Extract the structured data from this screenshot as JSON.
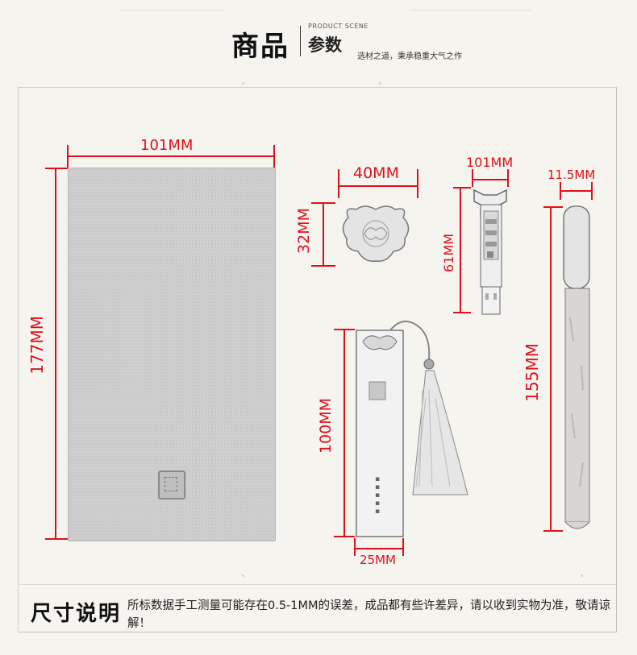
{
  "header": {
    "title": "商品",
    "title_en": "PRODUCT SCENE",
    "subtitle": "参数",
    "slogan": "选材之道，秉承稳重大气之作"
  },
  "dimensions": {
    "notebook_width": "101MM",
    "notebook_height": "177MM",
    "ornament_width": "40MM",
    "ornament_height": "32MM",
    "usb_width": "101MM",
    "usb_height": "61MM",
    "pen_width": "11.5MM",
    "pen_height": "155MM",
    "bookmark_height": "100MM",
    "bookmark_width": "25MM"
  },
  "colors": {
    "dimension": "#e0101a",
    "frame": "#c9b7be",
    "background": "#f6f4ef"
  },
  "footer": {
    "title": "尺寸说明",
    "note": "所标数据手工测量可能存在0.5-1MM的误差，成品都有些许差异，请以收到实物为准，敬请谅解！"
  }
}
